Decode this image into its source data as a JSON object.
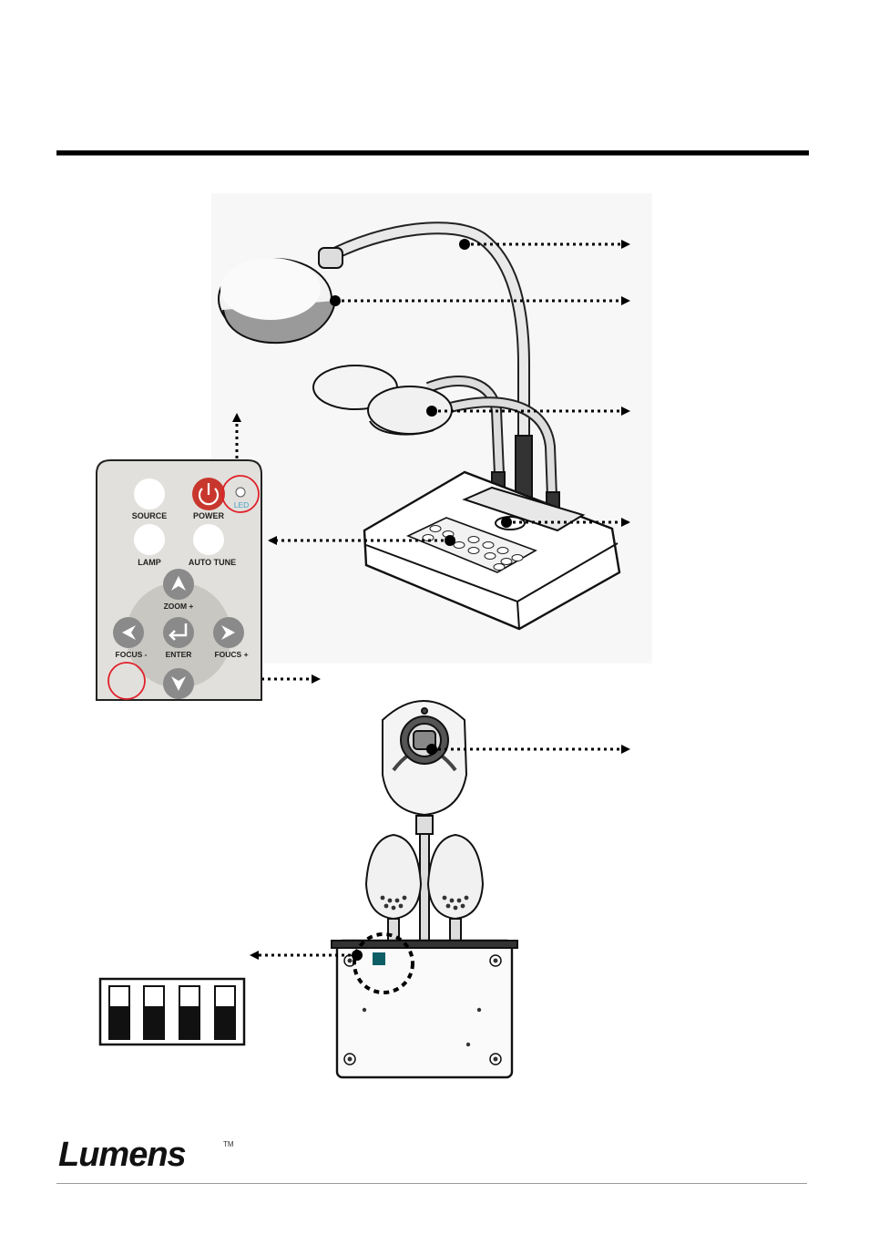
{
  "remote": {
    "buttons": {
      "source": "SOURCE",
      "power": "POWER",
      "led": "LED",
      "lamp": "LAMP",
      "auto_tune": "AUTO TUNE",
      "zoom_plus": "ZOOM +",
      "enter": "ENTER",
      "focus_minus": "FOCUS -",
      "focus_plus": "FOUCS +"
    },
    "colors": {
      "power": "#c8372d",
      "highlight_ring": "#e0202a",
      "led_text": "#4aa3c8"
    }
  },
  "dip_switch": {
    "positions": [
      "off",
      "off",
      "off",
      "off"
    ]
  },
  "brand": {
    "logo": "Lumens",
    "trademark": "TM"
  }
}
